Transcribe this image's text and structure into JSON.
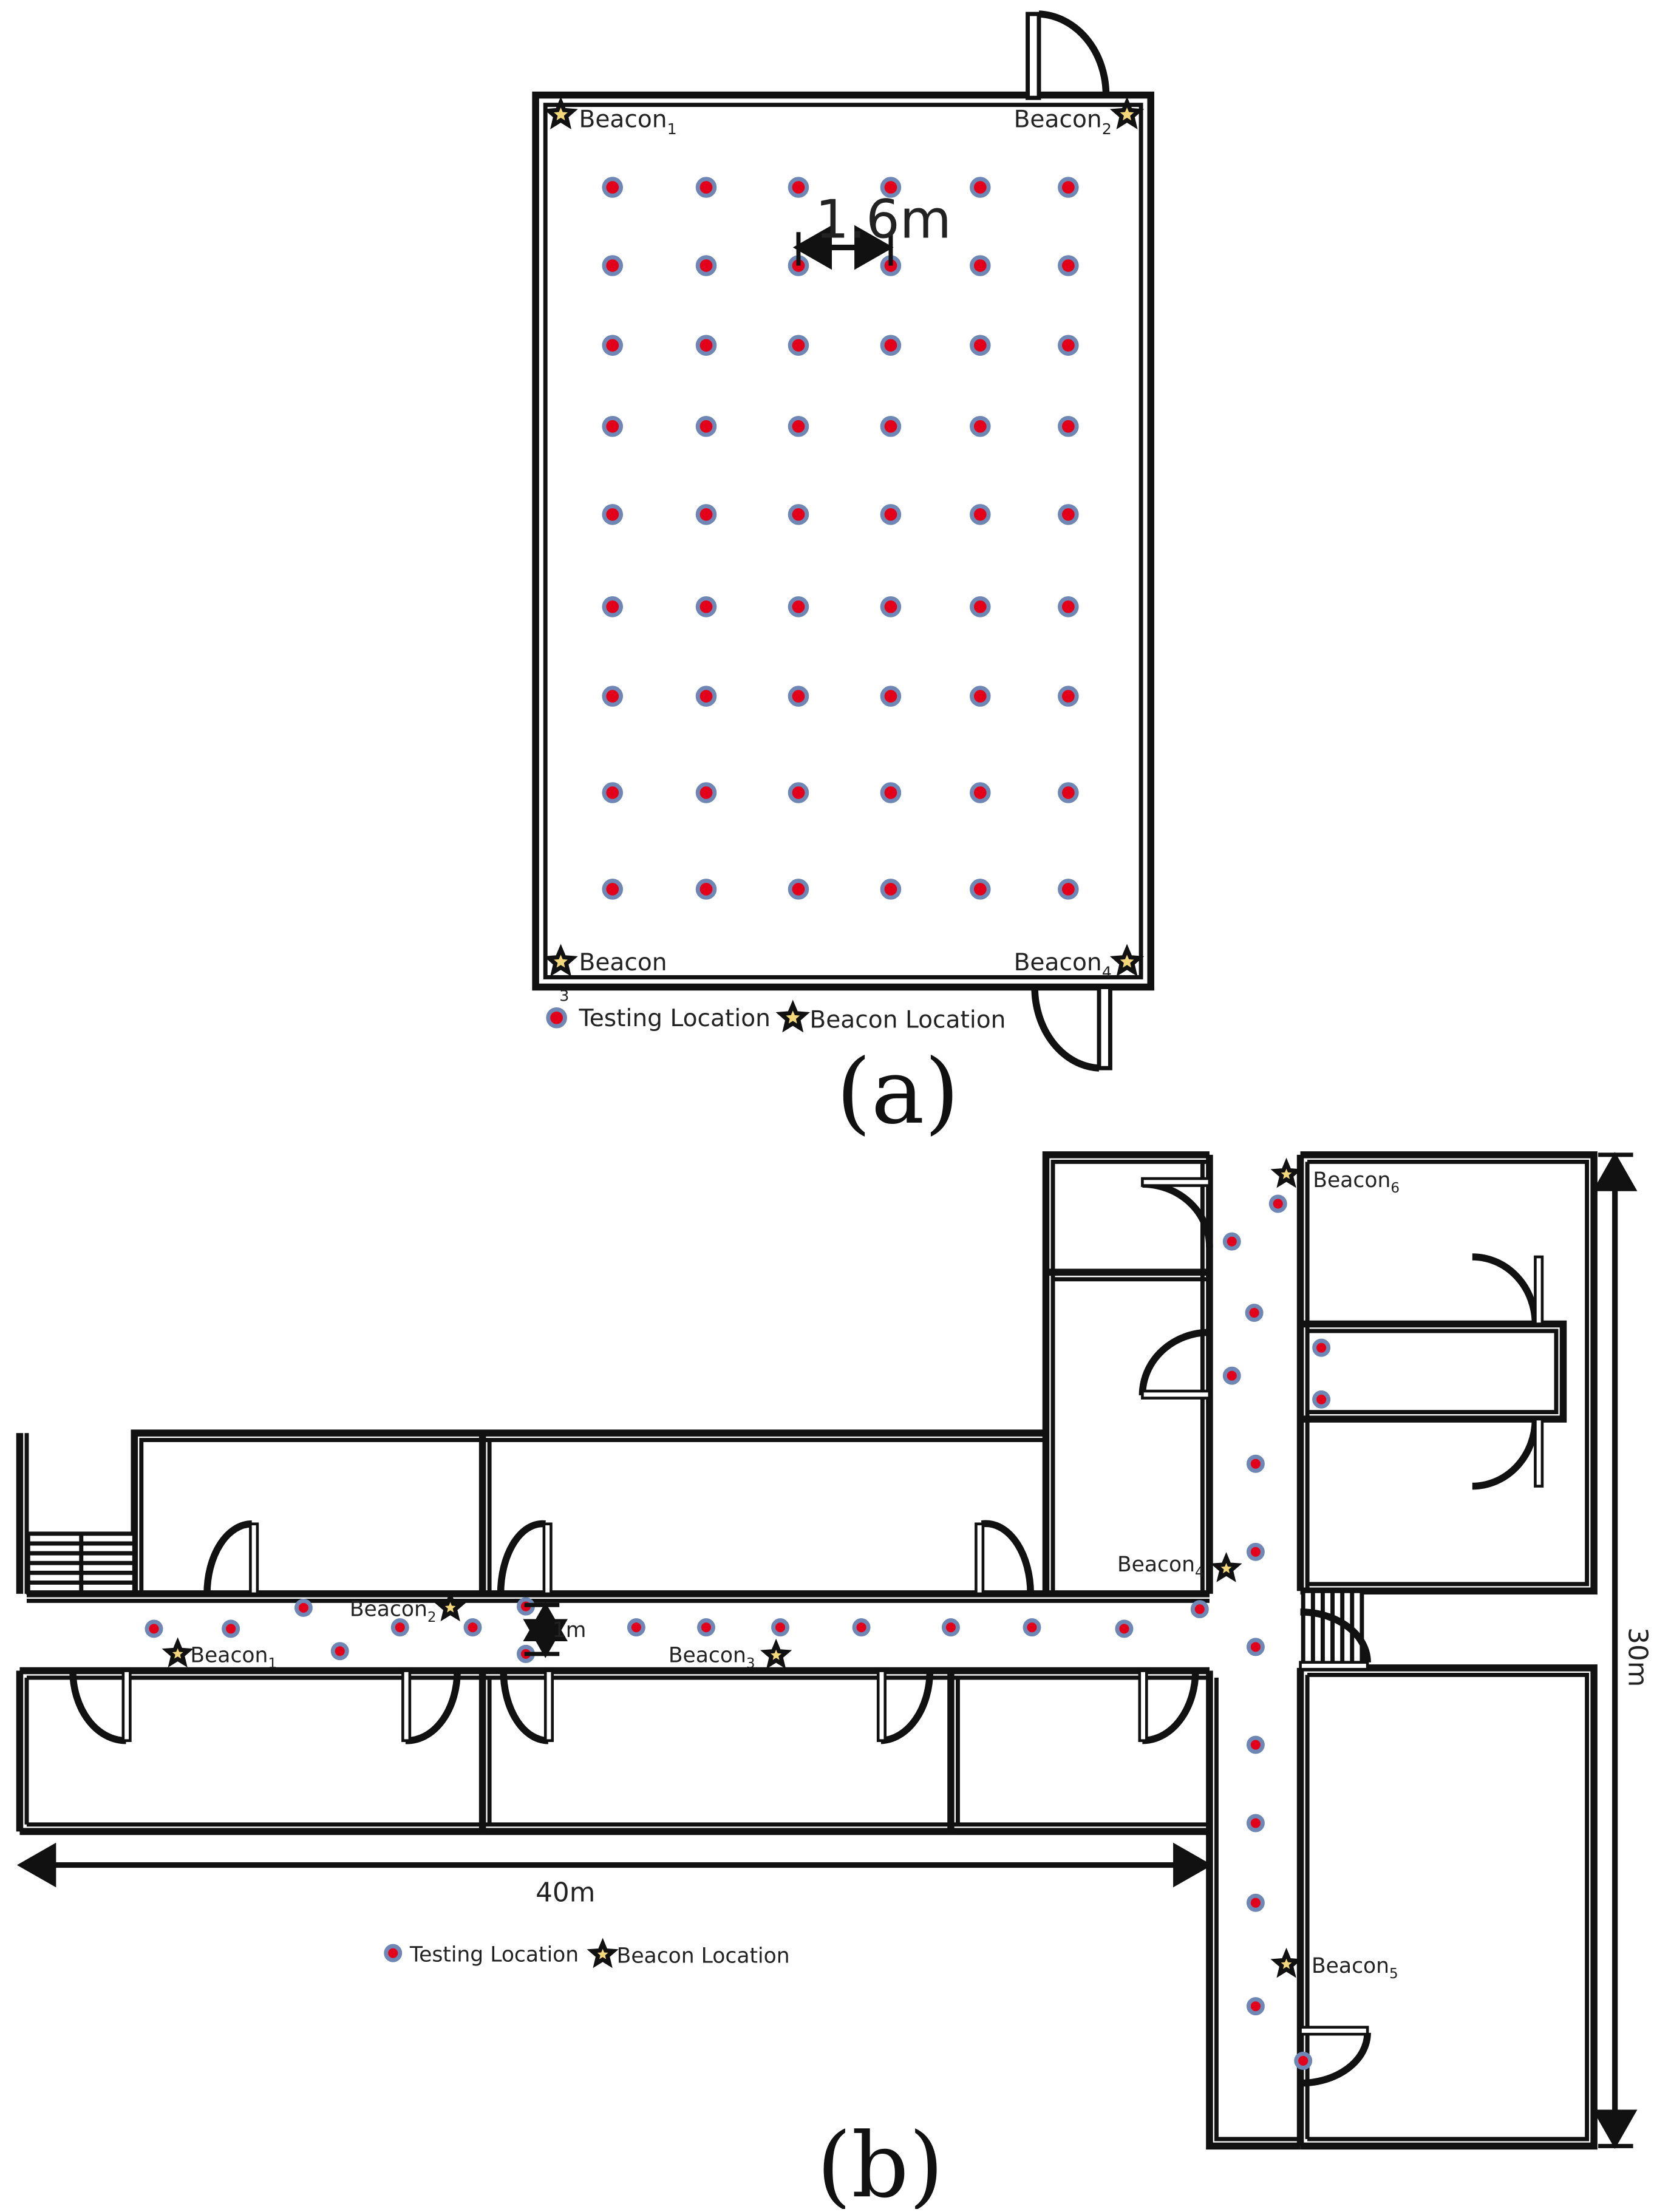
{
  "panel_a": {
    "caption": "(a)",
    "scale_label": "1.6m",
    "beacons": [
      {
        "base": "Beacon",
        "sub": "1"
      },
      {
        "base": "Beacon",
        "sub": "2"
      },
      {
        "base": "Beacon",
        "sub": "3"
      },
      {
        "base": "Beacon",
        "sub": "4"
      }
    ],
    "legend": {
      "testing": "Testing Location",
      "beacon": "Beacon Location"
    },
    "grid": {
      "columns": 6,
      "rows": 9,
      "spacing_m": 1.6
    }
  },
  "panel_b": {
    "caption": "(b)",
    "corridor_width_label": "1m",
    "width_label": "40m",
    "height_label": "30m",
    "beacons": [
      {
        "base": "Beacon",
        "sub": "1"
      },
      {
        "base": "Beacon",
        "sub": "2"
      },
      {
        "base": "Beacon",
        "sub": "3"
      },
      {
        "base": "Beacon",
        "sub": "4"
      },
      {
        "base": "Beacon",
        "sub": "5"
      },
      {
        "base": "Beacon",
        "sub": "6"
      }
    ],
    "legend": {
      "testing": "Testing Location",
      "beacon": "Beacon Location"
    }
  },
  "colors": {
    "testing_point": "#e3001b",
    "beacon_star": "#f4d77a",
    "wall": "#111111"
  },
  "icons": {
    "testing": "red-dot-icon",
    "beacon": "star-icon"
  }
}
